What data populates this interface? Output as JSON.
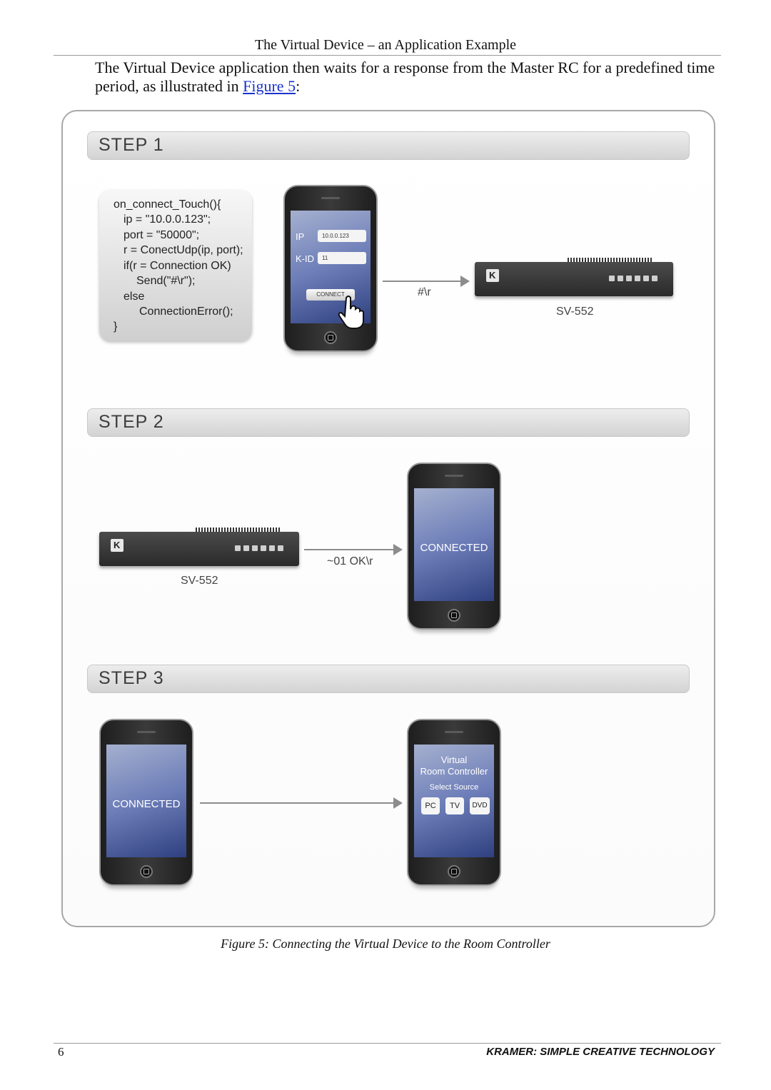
{
  "header": {
    "title": "The Virtual Device – an Application Example"
  },
  "intro": {
    "text_before": "The Virtual Device application then waits for a response from the Master RC for a predefined time period, as illustrated in ",
    "link": "Figure 5",
    "text_after": ":"
  },
  "figure": {
    "step1": {
      "label": "STEP 1",
      "code": [
        "on_connect_Touch(){",
        "ip = \"10.0.0.123\";",
        "port = \"50000\";",
        "r = ConectUdp(ip, port);",
        "if(r = Connection OK)",
        "Send(\"#\\r\");",
        "else",
        "ConnectionError();",
        "}"
      ],
      "phone": {
        "ip_label": "IP",
        "ip_value": "10.0.0.123",
        "kid_label": "K-ID",
        "kid_value": "11",
        "connect_button": "CONNECT"
      },
      "message": "#\\r",
      "device_label": "SV-552"
    },
    "step2": {
      "label": "STEP 2",
      "device_label": "SV-552",
      "message": "~01 OK\\r",
      "phone_text": "CONNECTED"
    },
    "step3": {
      "label": "STEP 3",
      "left_phone_text": "CONNECTED",
      "right_phone": {
        "title_line1": "Virtual",
        "title_line2": "Room Controller",
        "subtitle": "Select Source",
        "buttons": [
          "PC",
          "TV",
          "DVD"
        ]
      }
    },
    "caption": "Figure 5: Connecting the Virtual Device to the Room Controller"
  },
  "footer": {
    "page_number": "6",
    "brand": "KRAMER:  SIMPLE CREATIVE TECHNOLOGY"
  },
  "icons": [
    "hand-pointer-icon",
    "kramer-logo-icon",
    "arrow-right-icon",
    "home-button-icon"
  ]
}
